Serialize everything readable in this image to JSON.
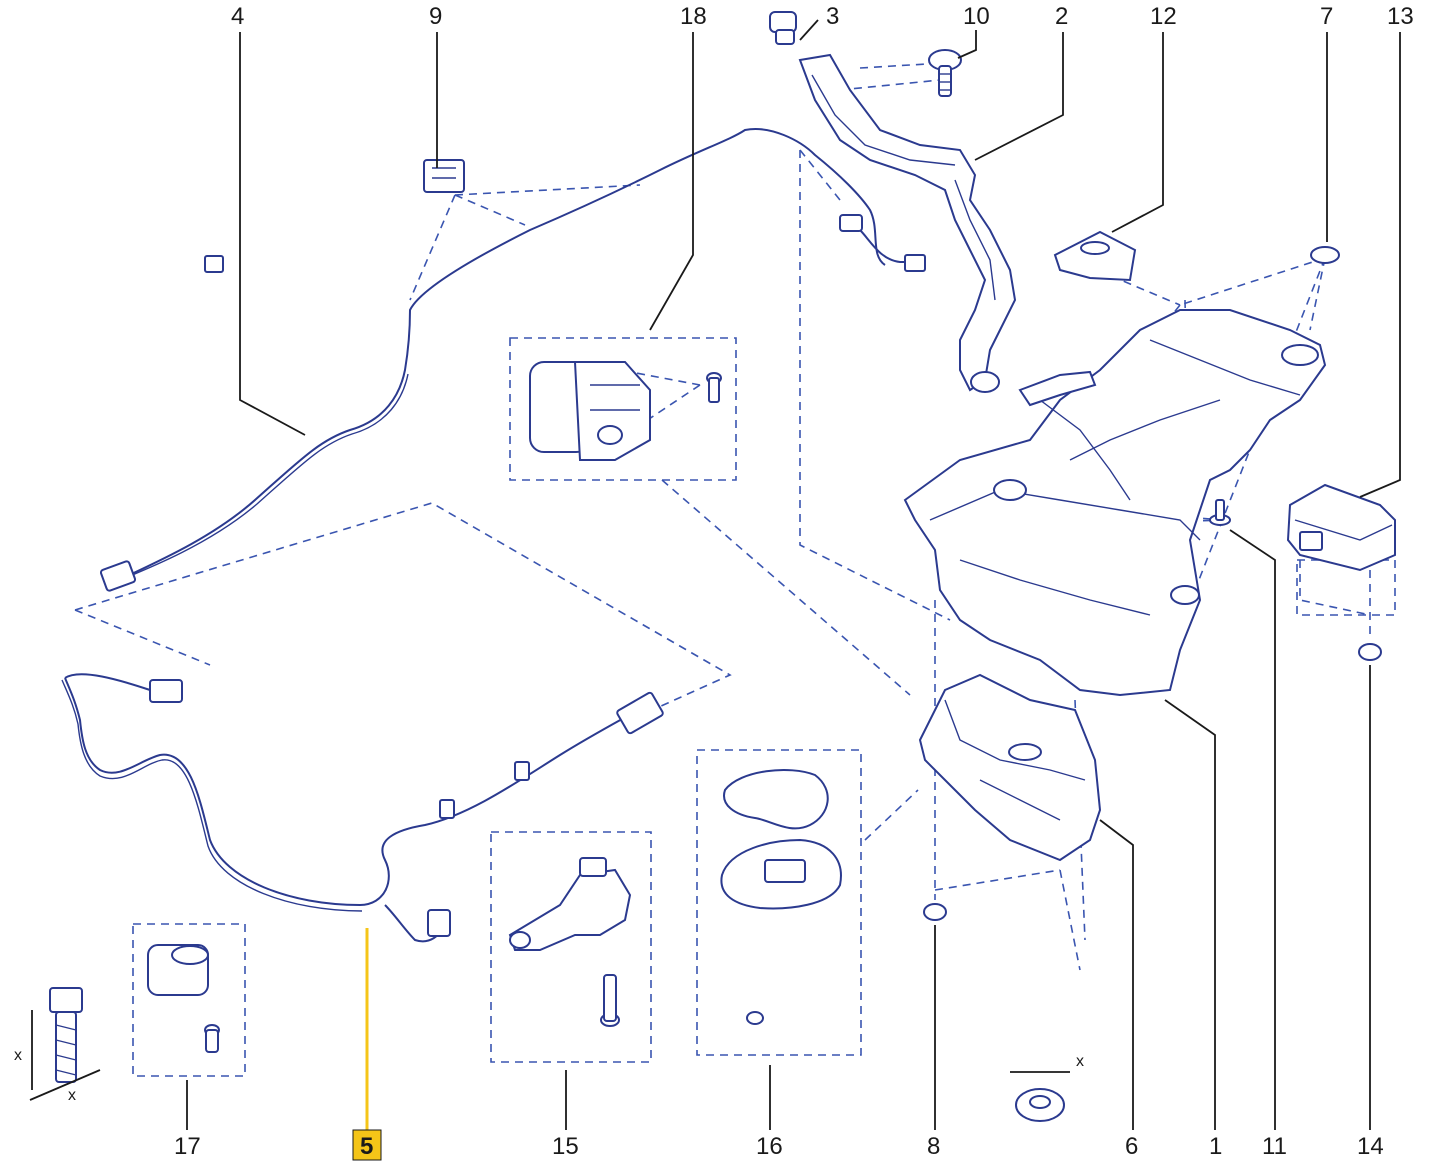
{
  "callouts": {
    "c1": "1",
    "c2": "2",
    "c3": "3",
    "c4": "4",
    "c5": "5",
    "c6": "6",
    "c7": "7",
    "c8": "8",
    "c9": "9",
    "c10": "10",
    "c11": "11",
    "c12": "12",
    "c13": "13",
    "c14": "14",
    "c15": "15",
    "c16": "16",
    "c17": "17",
    "c18": "18"
  },
  "highlighted_callout": "5",
  "dimension_mark": "x",
  "colors": {
    "line": "#2b3a8f",
    "dash": "#3a55b0",
    "highlight": "#f5c518",
    "text": "#1a1a1a"
  }
}
